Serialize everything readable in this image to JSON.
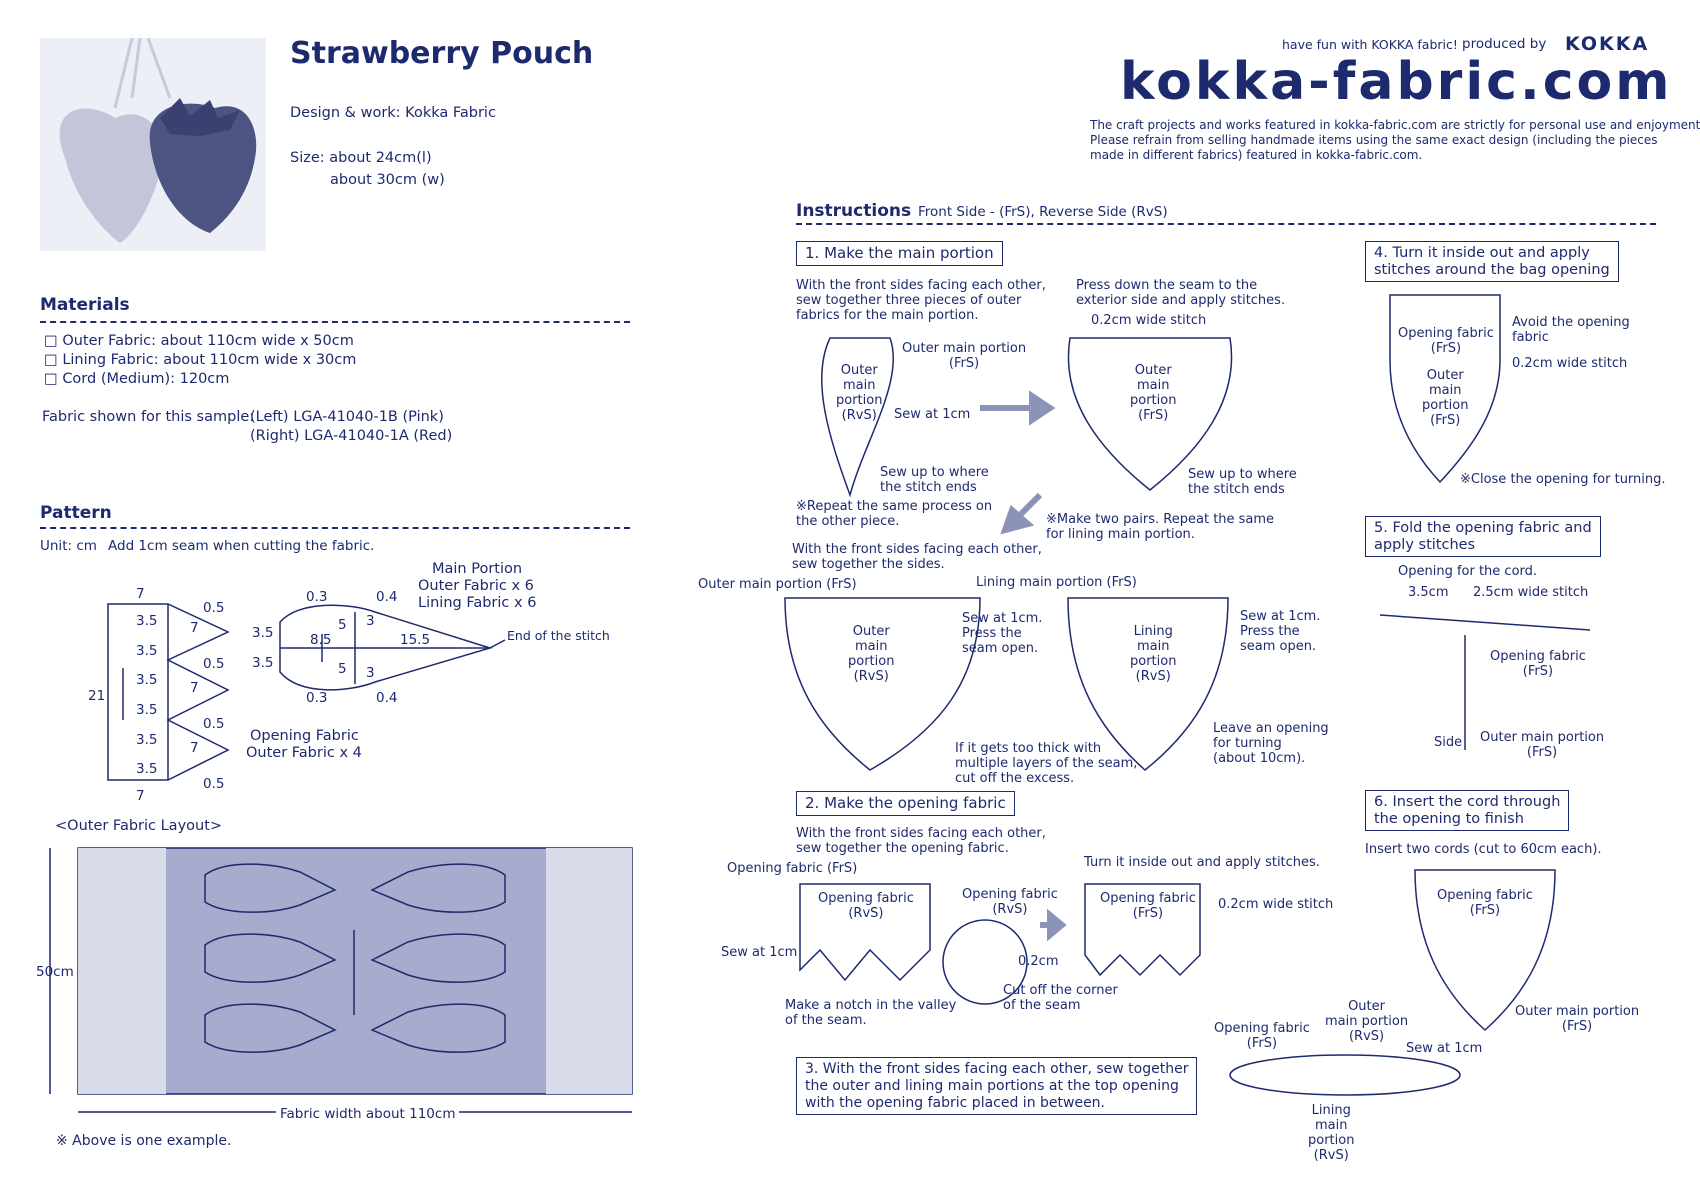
{
  "header": {
    "title": "Strawberry Pouch",
    "design": "Design & work: Kokka Fabric",
    "size_line1": "Size: about 24cm(l)",
    "size_line2": "about 30cm (w)",
    "tagline": "have fun with KOKKA fabric!",
    "produced_by": "produced by",
    "brand": "KOKKA",
    "site": "kokka-fabric.com",
    "disclaimer1": "The craft projects and works featured in kokka-fabric.com are strictly for personal use and enjoyment.",
    "disclaimer2": "Please refrain from selling handmade items using the same exact design (including the pieces",
    "disclaimer3": "made in different fabrics) featured in kokka-fabric.com."
  },
  "materials": {
    "heading": "Materials",
    "items": [
      "Outer Fabric: about 110cm wide x 50cm",
      "Lining Fabric: about 110cm wide x 30cm",
      "Cord (Medium): 120cm"
    ],
    "sample_label": "Fabric shown for this sample:",
    "sample_left": "(Left) LGA-41040-1B (Pink)",
    "sample_right": "(Right) LGA-41040-1A (Red)"
  },
  "pattern": {
    "heading": "Pattern",
    "unit": "Unit: cm",
    "seam": "Add 1cm seam when cutting the fabric.",
    "main_title": "Main Portion",
    "main_outer": "Outer Fabric x 6",
    "main_lining": "Lining Fabric x 6",
    "end_stitch": "End of the stitch",
    "opening_title": "Opening Fabric",
    "opening_outer": "Outer Fabric x 4",
    "layout_title": "<Outer Fabric Layout>",
    "layout_height": "50cm",
    "layout_width": "Fabric width about 110cm",
    "layout_note": "※ Above is one example.",
    "dims": {
      "d7": "7",
      "d35": "3.5",
      "d05": "0.5",
      "d21": "21",
      "d03": "0.3",
      "d04": "0.4",
      "d3": "3",
      "d85": "8.5",
      "d5": "5",
      "d155": "15.5"
    }
  },
  "instructions": {
    "heading": "Instructions",
    "legend": "Front Side - (FrS), Reverse Side (RvS)",
    "step1": "1. Make the main portion",
    "step1_text": "With the front sides facing each other,\nsew together three pieces of outer\nfabrics for the main portion.",
    "step1_press": "Press down the seam to the\nexterior side and apply stitches.",
    "wide_stitch_02": "0.2cm wide stitch",
    "outer_main_frs": "Outer main portion\n(FrS)",
    "outer_main_rvs": "Outer\nmain\nportion\n(RvS)",
    "outer_main_frs_block": "Outer\nmain\nportion\n(FrS)",
    "sew_at_1cm": "Sew at 1cm",
    "sew_up": "Sew up to where\nthe stitch ends",
    "repeat": "※Repeat the same process on\nthe other piece.",
    "make_two": "※Make two pairs. Repeat the same\nfor lining main portion.",
    "sides_text": "With the front sides facing each other,\nsew together the sides.",
    "outer_main_frs_line": "Outer main portion (FrS)",
    "lining_main_frs_line": "Lining main portion (FrS)",
    "sew_press": "Sew at 1cm.\nPress the\nseam open.",
    "lining_main_rvs": "Lining\nmain\nportion\n(RvS)",
    "thick": "If it gets too thick with\nmultiple layers of the seam,\ncut off the excess.",
    "leave_opening": "Leave an opening\nfor turning\n(about 10cm).",
    "step2": "2. Make the opening fabric",
    "step2_text": "With the front sides facing each other,\nsew together the opening fabric.",
    "opening_frs": "Opening fabric (FrS)",
    "opening_rvs": "Opening fabric\n(RvS)",
    "opening_rvs2": "Opening fabric\n(RvS)",
    "sew_1cm": "Sew at 1cm",
    "notch": "Make a notch in the valley\nof the seam.",
    "d02": "0.2cm",
    "cut_corner": "Cut off the corner\nof the seam",
    "turn_apply": "Turn it inside out and apply stitches.",
    "opening_frs_block": "Opening fabric\n(FrS)",
    "step3": "3. With the front sides facing each other, sew together\nthe outer and lining main portions at the top opening\nwith the opening fabric placed in between.",
    "opening_fabric_frs_small": "Opening fabric\n(FrS)",
    "outer_main_rvs_line": "Outer\nmain portion\n(RvS)",
    "lining_main_rvs_small": "Lining\nmain\nportion\n(RvS)",
    "step4": "4. Turn it inside out and apply\nstitches around the bag opening",
    "avoid": "Avoid the opening\nfabric",
    "close": "※Close the opening for turning.",
    "step5": "5. Fold the opening fabric and\napply stitches",
    "cord_opening": "Opening for the cord.",
    "d35cm": "3.5cm",
    "wide_25": "2.5cm wide stitch",
    "side": "Side",
    "step6": "6. Insert the cord through\nthe opening to finish",
    "insert_cords": "Insert two cords (cut to 60cm each).",
    "outer_main_frs_s6": "Outer main portion\n(FrS)"
  },
  "colors": {
    "ink": "#1e2a6e",
    "fabric": "#a7abcd",
    "arrow": "#8d93b8"
  }
}
